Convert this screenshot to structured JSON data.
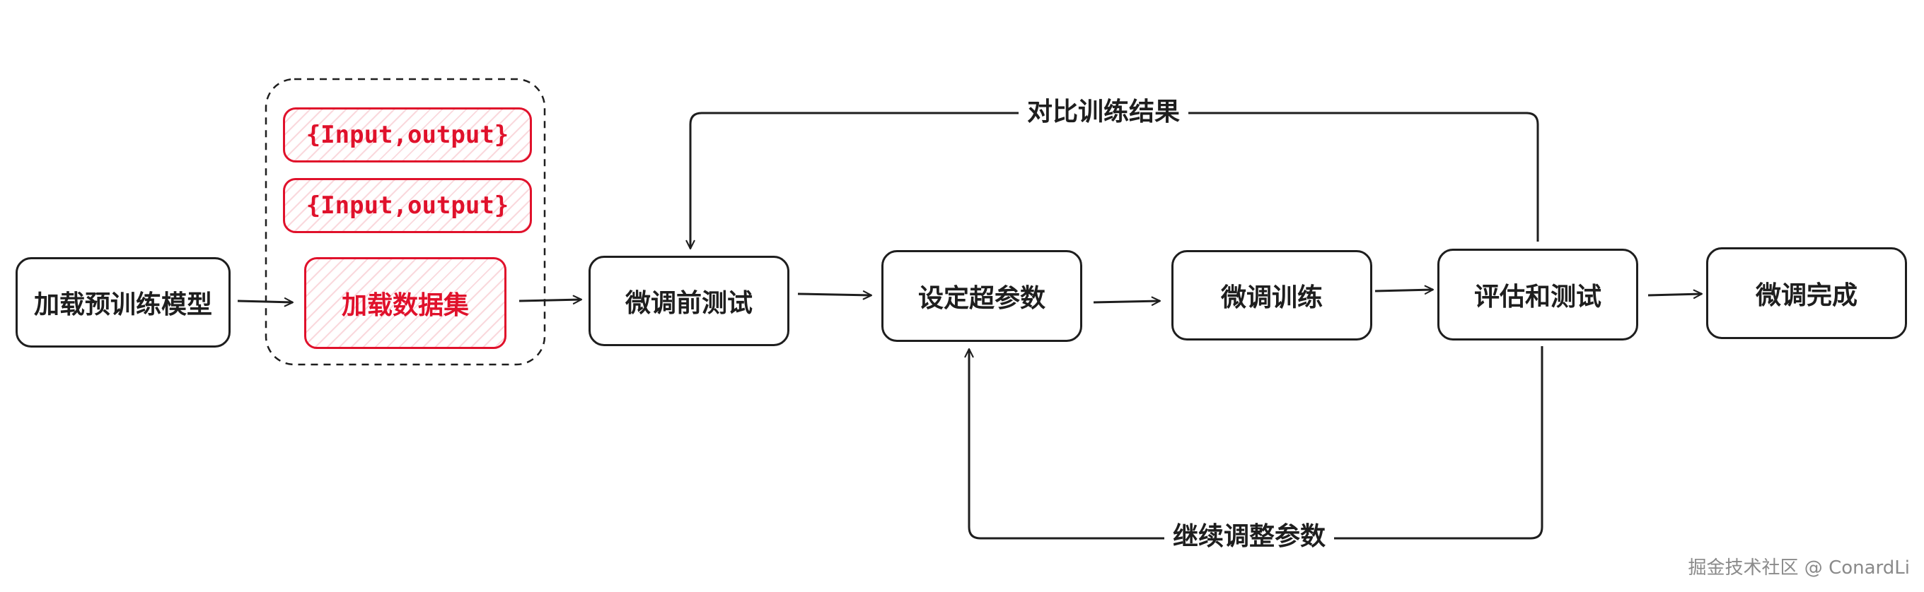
{
  "nodes": {
    "load_model": "加载预训练模型",
    "load_dataset": "加载数据集",
    "sample_1": "{Input,output}",
    "sample_2": "{Input,output}",
    "pre_test": "微调前测试",
    "set_hyperparams": "设定超参数",
    "fine_tune": "微调训练",
    "evaluate": "评估和测试",
    "done": "微调完成"
  },
  "edge_labels": {
    "compare": "对比训练结果",
    "continue_tuning": "继续调整参数"
  },
  "watermark": "掘金技术社区 @ ConardLi",
  "colors": {
    "stroke": "#1e1e1e",
    "highlight": "#e0112b",
    "watermark": "#8a8a8a"
  }
}
